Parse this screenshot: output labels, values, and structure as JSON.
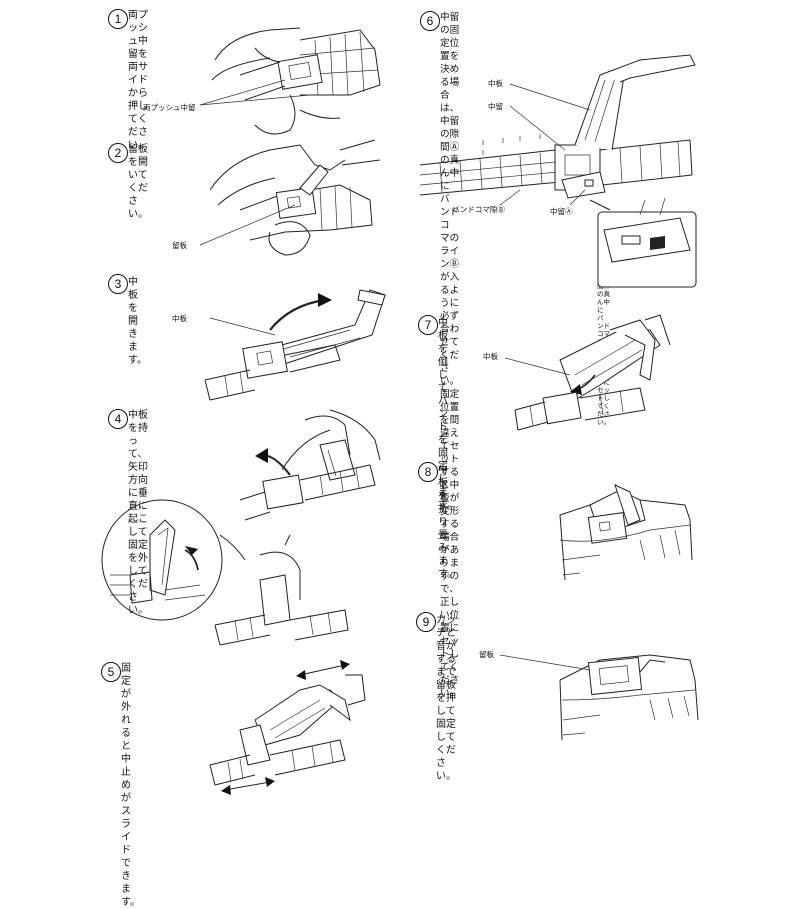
{
  "steps": [
    {
      "num": "1",
      "text": "両プッシュ中留を\n両サイドから押し\nてください。",
      "label": "両プッシュ中留"
    },
    {
      "num": "2",
      "text": "留板を開いてくだ\nさい。",
      "label": "留板"
    },
    {
      "num": "3",
      "text": "中板を開きます。",
      "label": "中板"
    },
    {
      "num": "4",
      "text": "中板を持って、矢印\n方向に垂直に起こ\nして固定を外して\nください。"
    },
    {
      "num": "5",
      "text": "固定が外れると中\n止めがスライドで\nきます。"
    },
    {
      "num": "6",
      "text": "中留の固定位置を決める場合は、中留の隙間Ⓐの真ん中にバンドコ\nマのラインⒷが入るように必ず合わせてください。\n固定位置を間違えてセットすると中板が変形する場合がありますの\nで、正しい位置にセットしてください。",
      "labels": {
        "a": "中板",
        "b": "中留",
        "c": "バンドコマ隙Ⓑ",
        "d": "中留Ⓐ"
      },
      "inset": "中留の隙間Ⓐの真ん中にバンドコマとコマ\nの間が来るようにセットしてください。"
    },
    {
      "num": "7",
      "text": "中板を倒してバンドを固定します。",
      "label": "中板"
    },
    {
      "num": "8",
      "text": "中板を折り畳みます。"
    },
    {
      "num": "9",
      "text": "カッチと音がするまで留板を押して\n固定してください。",
      "label": "留板"
    }
  ]
}
